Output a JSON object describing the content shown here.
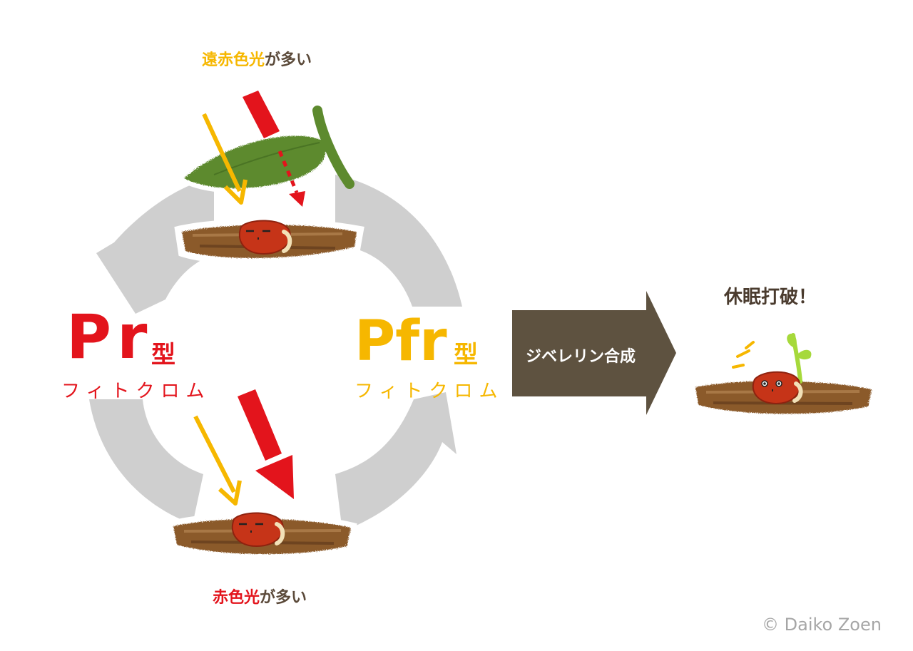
{
  "captions": {
    "top_highlight": "遠赤色光",
    "top_rest": "が多い",
    "bottom_highlight": "赤色光",
    "bottom_rest": "が多い"
  },
  "pr": {
    "main": "Pr",
    "type": "型",
    "sub": "フィトクロム"
  },
  "pfr": {
    "main": "Pfr",
    "type": "型",
    "sub": "フィトクロム"
  },
  "process": {
    "arrow_label": "ジベレリン合成",
    "result_title": "休眠打破！"
  },
  "copyright": "© Daiko Zoen",
  "colors": {
    "red": "#e3141c",
    "yellow": "#f6b700",
    "brown_text": "#5b4a3a",
    "arrow_fill": "#5e5240",
    "cycle_gray": "#cfcfcf",
    "leaf_green": "#5d8a2e",
    "soil_brown": "#8b5a2b",
    "seed_red": "#c63418",
    "sprout_green": "#a6d93b"
  },
  "icons": {
    "leaf": "leaf-icon",
    "seed_sleeping": "sleeping-seed-icon",
    "seed_awake": "sprouting-seed-icon",
    "sparkle": "sparkle-icon"
  }
}
